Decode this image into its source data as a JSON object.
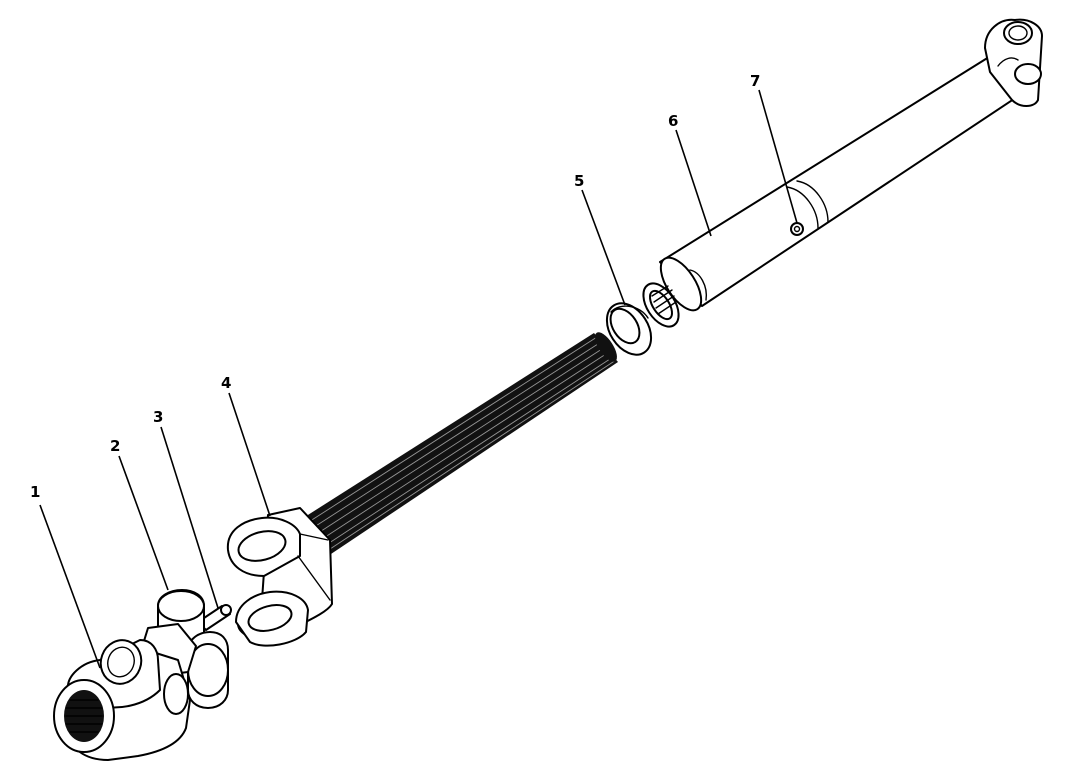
{
  "callouts": {
    "c1": "1",
    "c2": "2",
    "c3": "3",
    "c4": "4",
    "c5": "5",
    "c6": "6",
    "c7": "7"
  },
  "colors": {
    "ink": "#000000",
    "background": "#ffffff",
    "spline": "#111111"
  }
}
